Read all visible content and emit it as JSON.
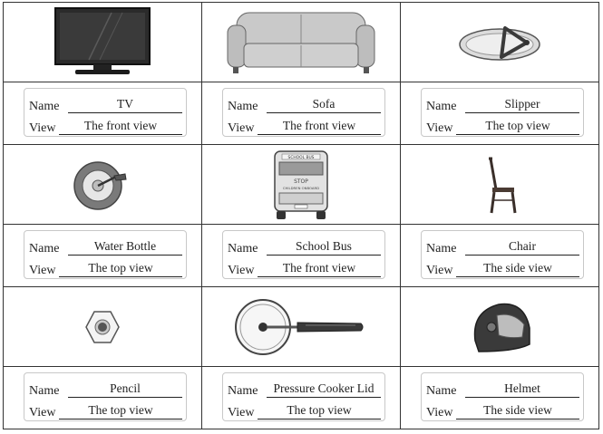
{
  "worksheet": {
    "name_label": "Name",
    "view_label": "View",
    "rows": [
      {
        "items": [
          {
            "icon": "tv-icon",
            "name": "TV",
            "view": "The front view"
          },
          {
            "icon": "sofa-icon",
            "name": "Sofa",
            "view": "The front view"
          },
          {
            "icon": "slipper-icon",
            "name": "Slipper",
            "view": "The top view"
          }
        ]
      },
      {
        "items": [
          {
            "icon": "water-bottle-icon",
            "name": "Water Bottle",
            "view": "The top view"
          },
          {
            "icon": "school-bus-icon",
            "name": "School Bus",
            "view": "The front view",
            "picture_text": {
              "sign": "SCHOOL BUS",
              "stop": "STOP",
              "caption": "CHILDREN ONBOARD"
            }
          },
          {
            "icon": "chair-icon",
            "name": "Chair",
            "view": "The side view"
          }
        ]
      },
      {
        "items": [
          {
            "icon": "pencil-icon",
            "name": "Pencil",
            "view": "The top view"
          },
          {
            "icon": "pressure-cooker-lid-icon",
            "name": "Pressure Cooker Lid",
            "view": "The top view"
          },
          {
            "icon": "helmet-icon",
            "name": "Helmet",
            "view": "The side view"
          }
        ]
      }
    ]
  }
}
